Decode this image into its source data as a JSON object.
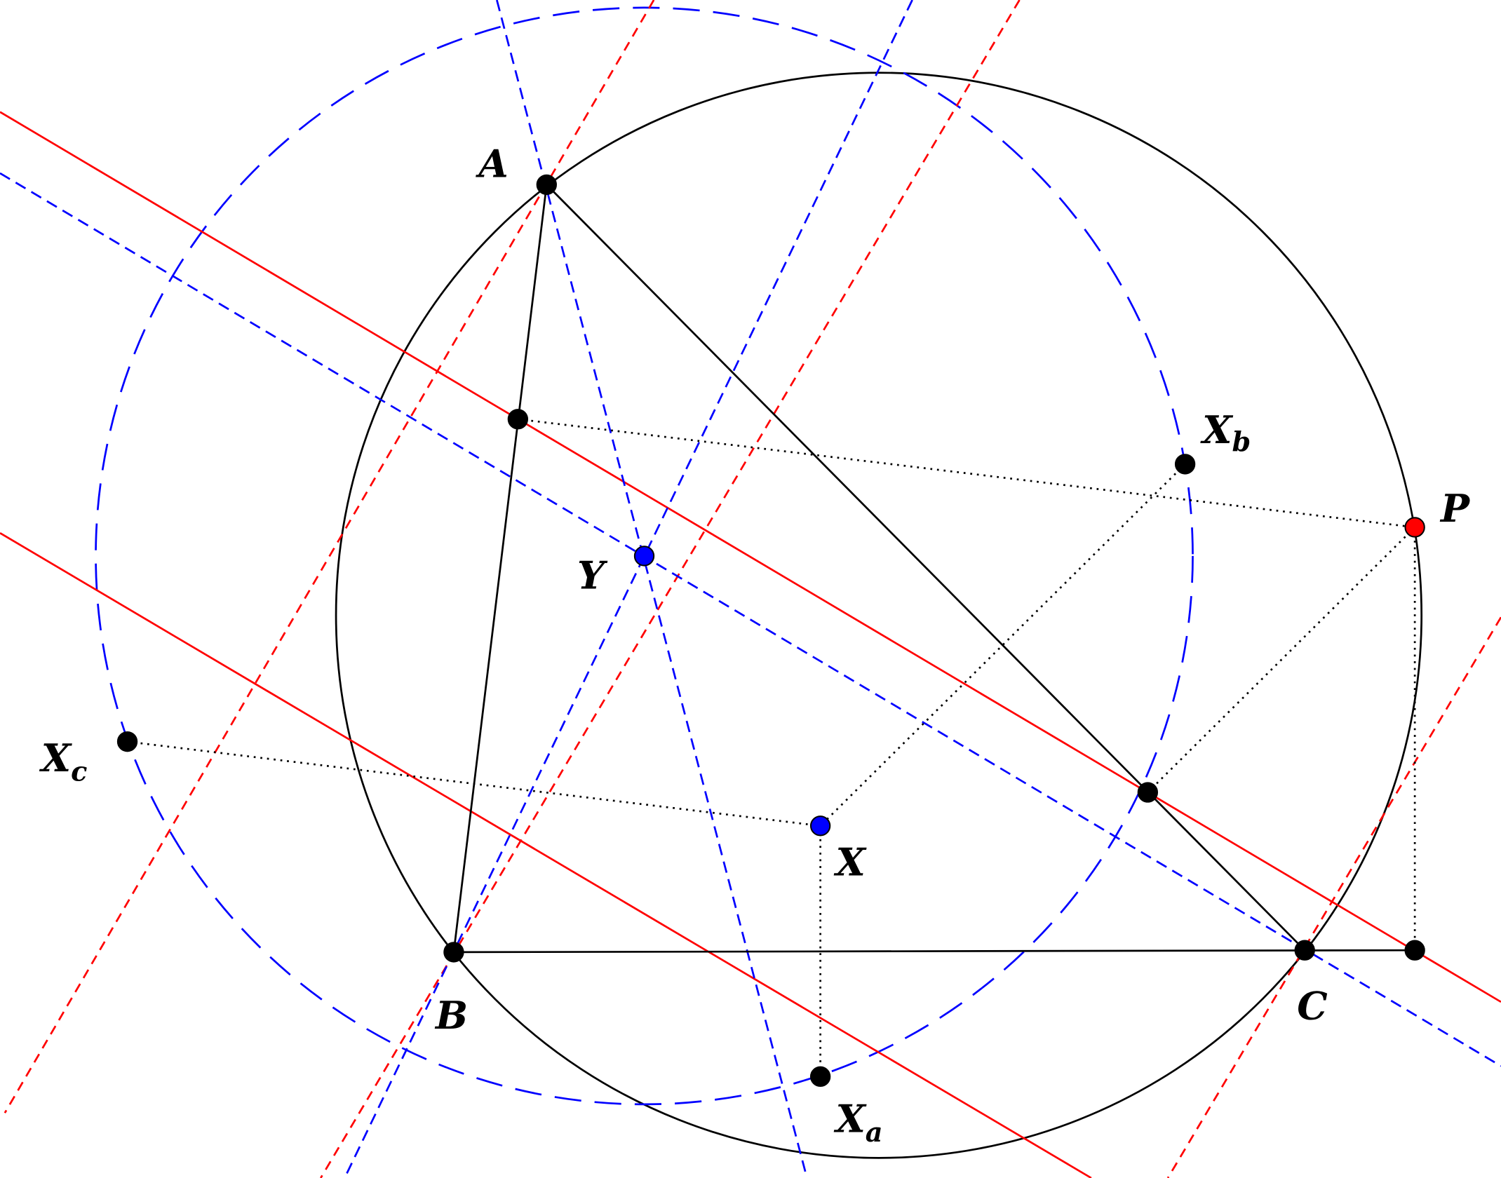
{
  "labels": {
    "A": "A",
    "B": "B",
    "C": "C",
    "P": "P",
    "X": "X",
    "Y": "Y",
    "Xa_main": "X",
    "Xa_sub": "a",
    "Xb_main": "X",
    "Xb_sub": "b",
    "Xc_main": "X",
    "Xc_sub": "c"
  },
  "colors": {
    "black": "#000000",
    "red": "#ff0000",
    "blue": "#0000ff"
  }
}
